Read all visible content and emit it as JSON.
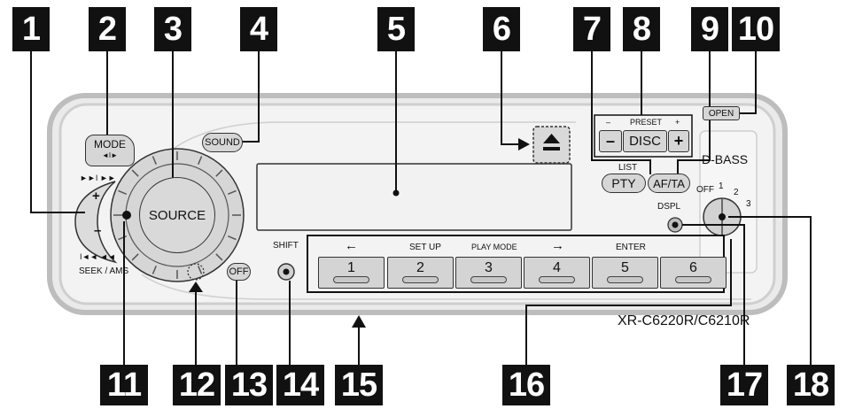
{
  "callouts": [
    "1",
    "2",
    "3",
    "4",
    "5",
    "6",
    "7",
    "8",
    "9",
    "10",
    "11",
    "12",
    "13",
    "14",
    "15",
    "16",
    "17",
    "18"
  ],
  "panel": {
    "mode": "MODE",
    "sound": "SOUND",
    "source": "SOURCE",
    "seek_ams": "SEEK / AMS",
    "seek_plus": "+",
    "seek_minus": "–",
    "seek_fwd": "►►I ►►",
    "seek_back": "I◄◄ ◄◄",
    "mode_arrows": "◄I►",
    "open": "OPEN",
    "preset_label": "PRESET",
    "preset_minus_small": "–",
    "preset_plus_small": "+",
    "disc_minus": "–",
    "disc": "DISC",
    "disc_plus": "+",
    "list": "LIST",
    "pty": "PTY",
    "af_ta": "AF/TA",
    "dbass": "D-BASS",
    "dbass_off": "OFF",
    "dbass_1": "1",
    "dbass_2": "2",
    "dbass_3": "3",
    "dspl": "DSPL",
    "off": "OFF",
    "shift": "SHIFT",
    "eject_icon": "eject-icon",
    "func_labels": [
      "←",
      "SET UP",
      "PLAY MODE",
      "→",
      "ENTER"
    ],
    "presets": [
      "1",
      "2",
      "3",
      "4",
      "5",
      "6"
    ],
    "model": "XR-C6220R/C6210R"
  },
  "colors": {
    "panel": "#e9e9e9",
    "panel_edge": "#c4c4c4",
    "callout_bg": "#111111",
    "line": "#111111"
  }
}
